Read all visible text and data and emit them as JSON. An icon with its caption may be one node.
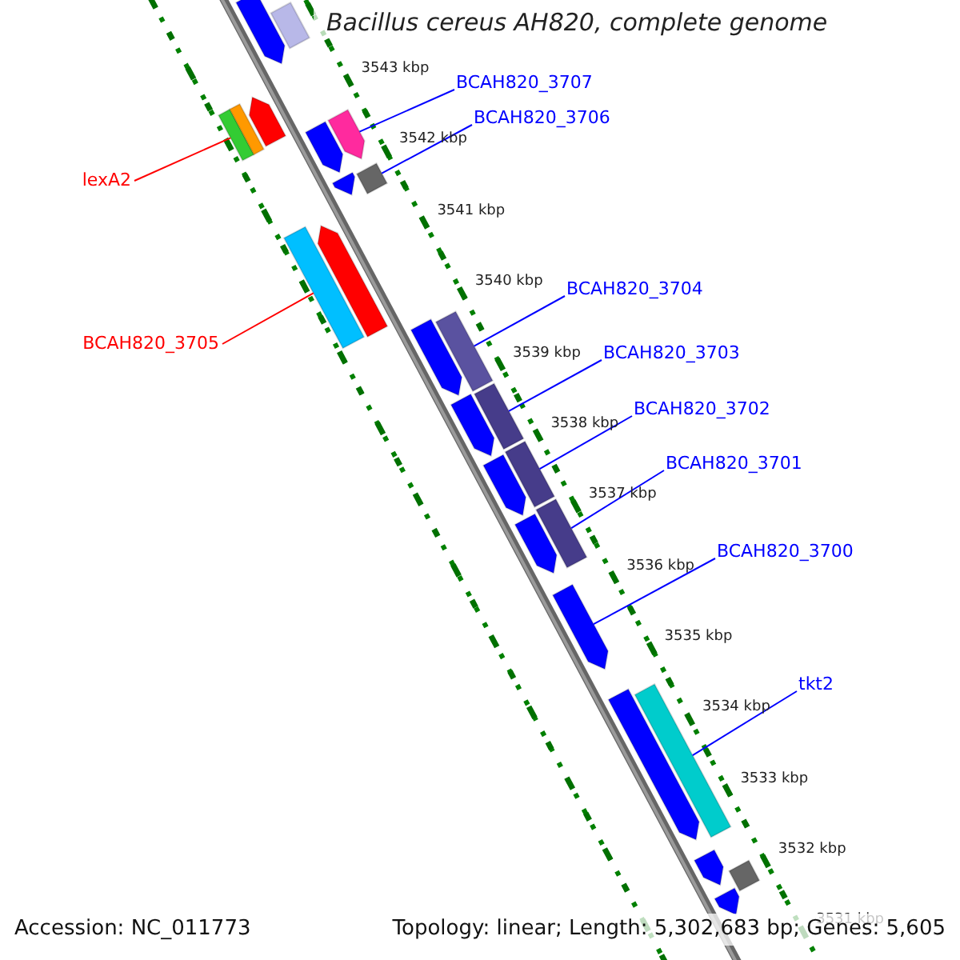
{
  "diagram": {
    "title": "Bacillus cereus AH820, complete genome",
    "nodes": [
      {
        "text": [
          "BCAH820_3707"
        ]
      },
      {
        "text": [
          "BCAH820_3706"
        ]
      },
      {
        "text": [
          "lexA2"
        ]
      },
      {
        "text": [
          "BCAH820_3705"
        ]
      },
      {
        "text": [
          "BCAH820_3704"
        ]
      },
      {
        "text": [
          "BCAH820_3703"
        ]
      },
      {
        "text": [
          "BCAH820_3702"
        ]
      },
      {
        "text": [
          "BCAH820_3701"
        ]
      },
      {
        "text": [
          "BCAH820_3700"
        ]
      },
      {
        "text": [
          "tkt2"
        ]
      },
      {
        "text": [],
        "shape": "bar"
      },
      {
        "text": [],
        "shape": "arrow"
      },
      {
        "text": [],
        "shape": "bar"
      },
      {
        "text": [],
        "shape": "bar"
      },
      {
        "text": [],
        "shape": "arrow"
      },
      {
        "text": [],
        "shape": "arrow"
      },
      {
        "text": [],
        "shape": "arrow"
      },
      {
        "text": [],
        "shape": "arrow"
      },
      {
        "text": [],
        "shape": "box"
      },
      {
        "text": [],
        "shape": "bar"
      },
      {
        "text": [],
        "shape": "arrow"
      },
      {
        "text": [],
        "shape": "arrow"
      },
      {
        "text": [],
        "shape": "bar"
      },
      {
        "text": [],
        "shape": "arrow"
      },
      {
        "text": [],
        "shape": "bar"
      },
      {
        "text": [],
        "shape": "arrow"
      },
      {
        "text": [],
        "shape": "bar"
      },
      {
        "text": [],
        "shape": "arrow"
      },
      {
        "text": [],
        "shape": "bar"
      },
      {
        "text": [],
        "shape": "arrow"
      },
      {
        "text": [],
        "shape": "arrow"
      },
      {
        "text": [],
        "shape": "bar"
      },
      {
        "text": [],
        "shape": "arrow"
      },
      {
        "text": [],
        "shape": "box"
      },
      {
        "text": [],
        "shape": "arrow"
      }
    ],
    "edges": [
      {
        "from": 0,
        "to": 15,
        "arrow": "none"
      },
      {
        "from": 1,
        "to": 18,
        "arrow": "none"
      },
      {
        "from": 2,
        "to": 12,
        "arrow": "none",
        "color": "#ff0000"
      },
      {
        "from": 3,
        "to": 19,
        "arrow": "none",
        "color": "#ff0000"
      },
      {
        "from": 4,
        "to": 22,
        "arrow": "none"
      },
      {
        "from": 5,
        "to": 24,
        "arrow": "none"
      },
      {
        "from": 6,
        "to": 26,
        "arrow": "none"
      },
      {
        "from": 7,
        "to": 28,
        "arrow": "none"
      },
      {
        "from": 8,
        "to": 29,
        "arrow": "none"
      },
      {
        "from": 9,
        "to": 31,
        "arrow": "none"
      }
    ],
    "labels": [
      "3543 kbp",
      "3542 kbp",
      "3541 kbp",
      "3540 kbp",
      "3539 kbp",
      "3538 kbp",
      "3537 kbp",
      "3536 kbp",
      "3535 kbp",
      "3534 kbp",
      "3533 kbp",
      "3532 kbp",
      "3531 kbp",
      "Accession: NC_011773",
      "Topology: linear; Length: 5,302,683 bp; Genes: 5,605"
    ]
  }
}
